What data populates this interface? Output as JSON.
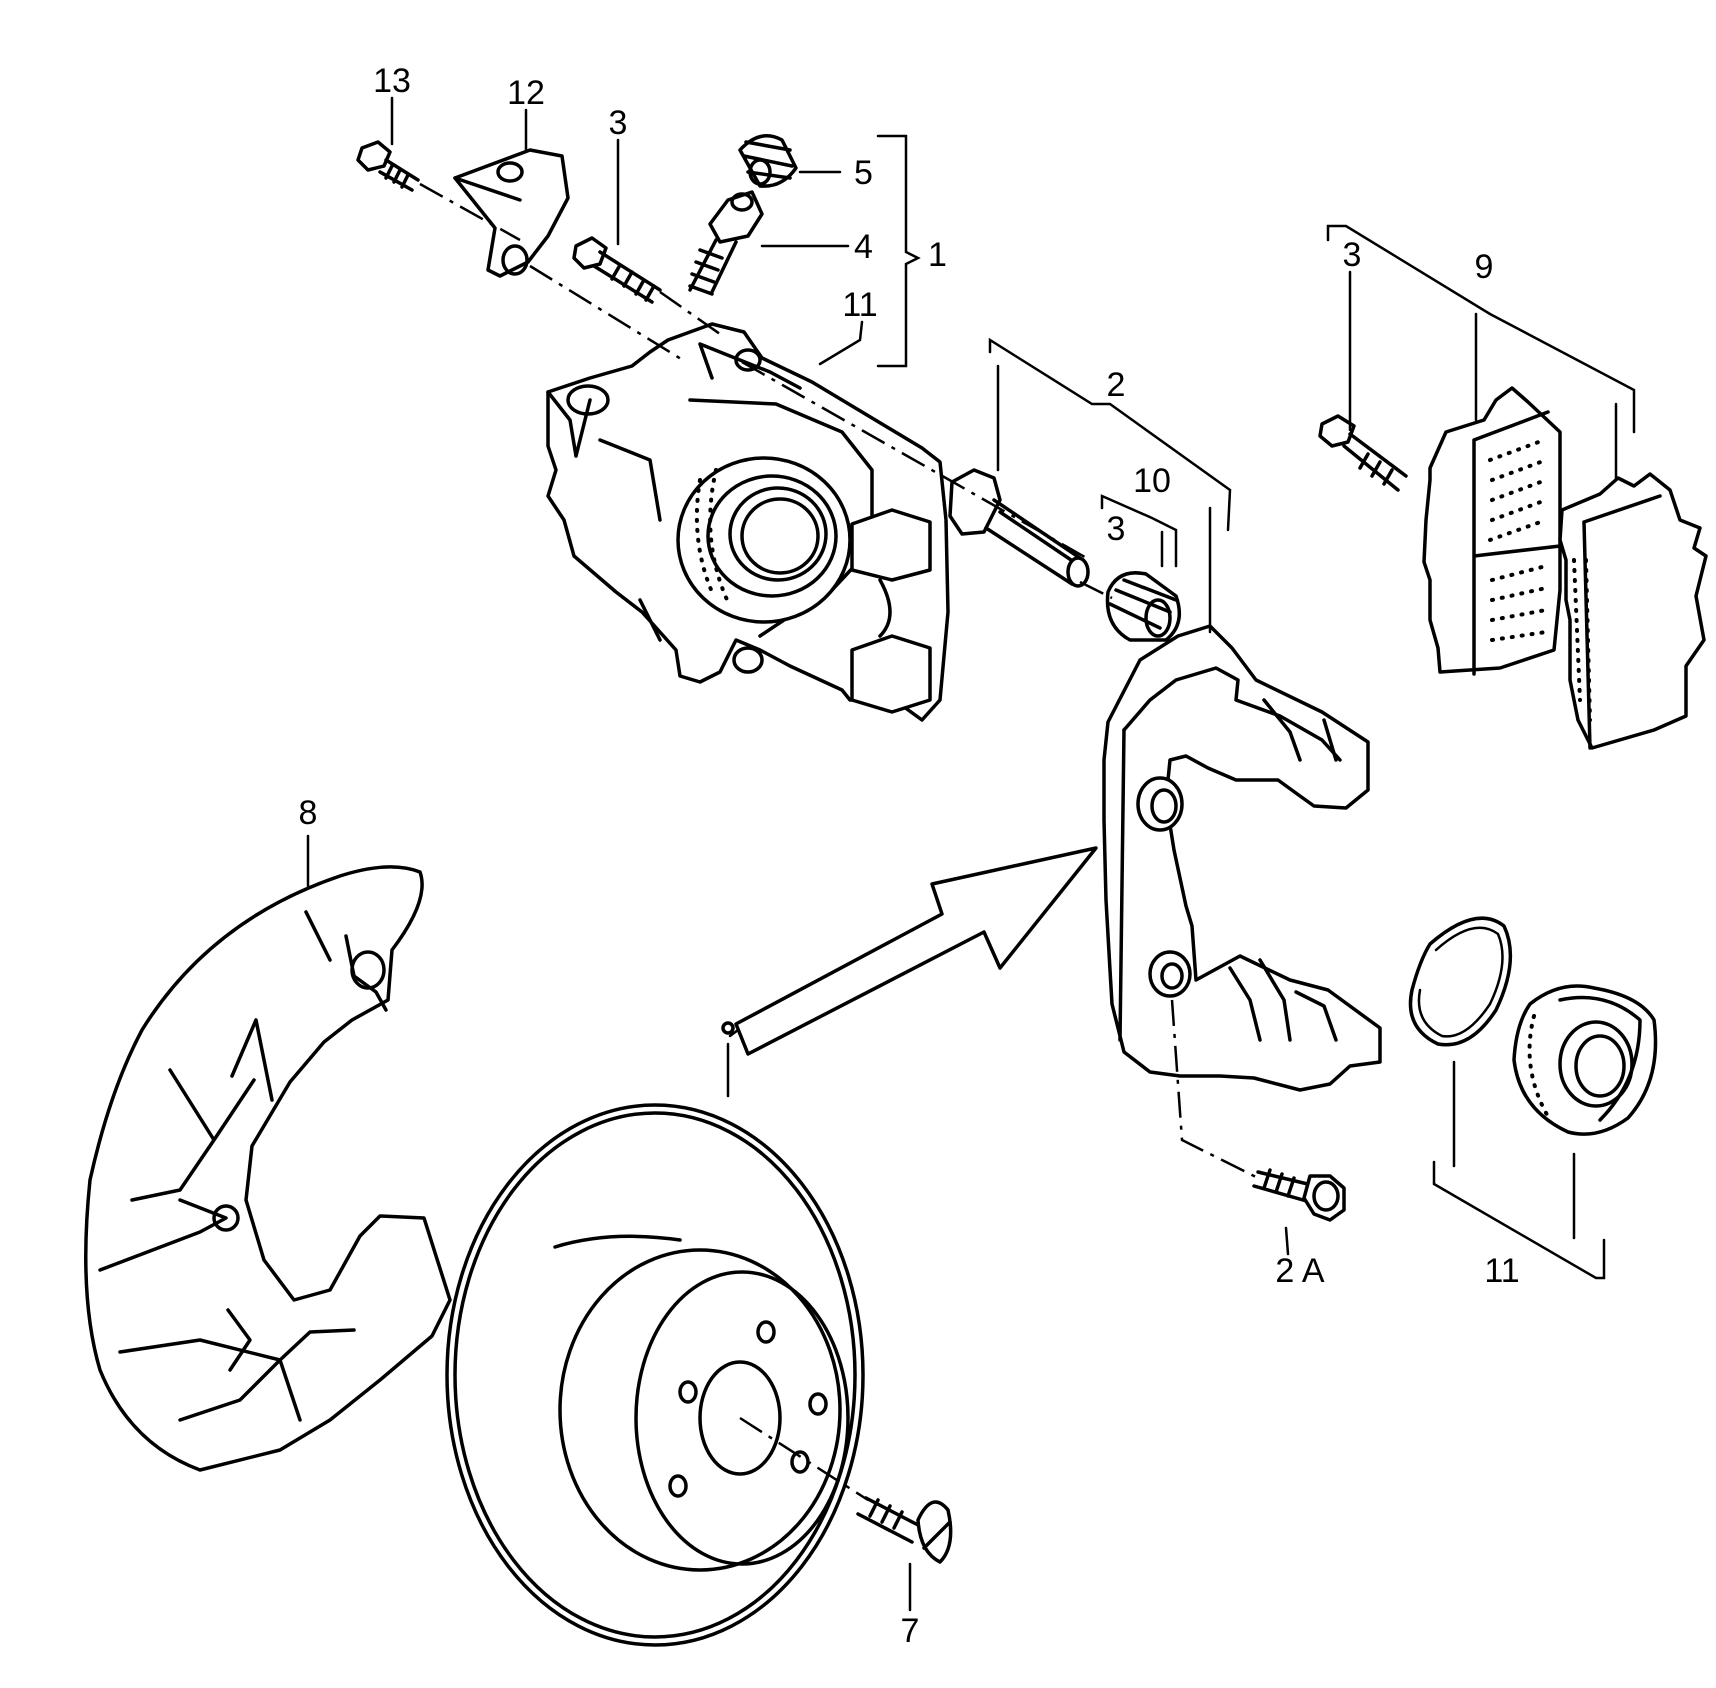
{
  "callouts": {
    "c13": "13",
    "c12": "12",
    "c3a": "3",
    "c5": "5",
    "c4": "4",
    "c1": "1",
    "c11a": "11",
    "c2": "2",
    "c10": "10",
    "c3b": "3",
    "c3c": "3",
    "c9": "9",
    "c8": "8",
    "c2A": "2 A",
    "c11b": "11",
    "c7": "7"
  },
  "parts": [
    "bolt-13",
    "bracket-12",
    "bolt-3",
    "bleeder-cap-5",
    "bleeder-valve-4",
    "brake-caliper-11",
    "guide-pin-2",
    "dust-boot-3",
    "brake-pads-9",
    "brake-splash-shield-8",
    "caliper-carrier-bracket",
    "carrier-bolt-2A",
    "repair-kit-seal-ring-11",
    "piston-boot-11",
    "brake-disc",
    "screw-7",
    "direction-arrow"
  ]
}
